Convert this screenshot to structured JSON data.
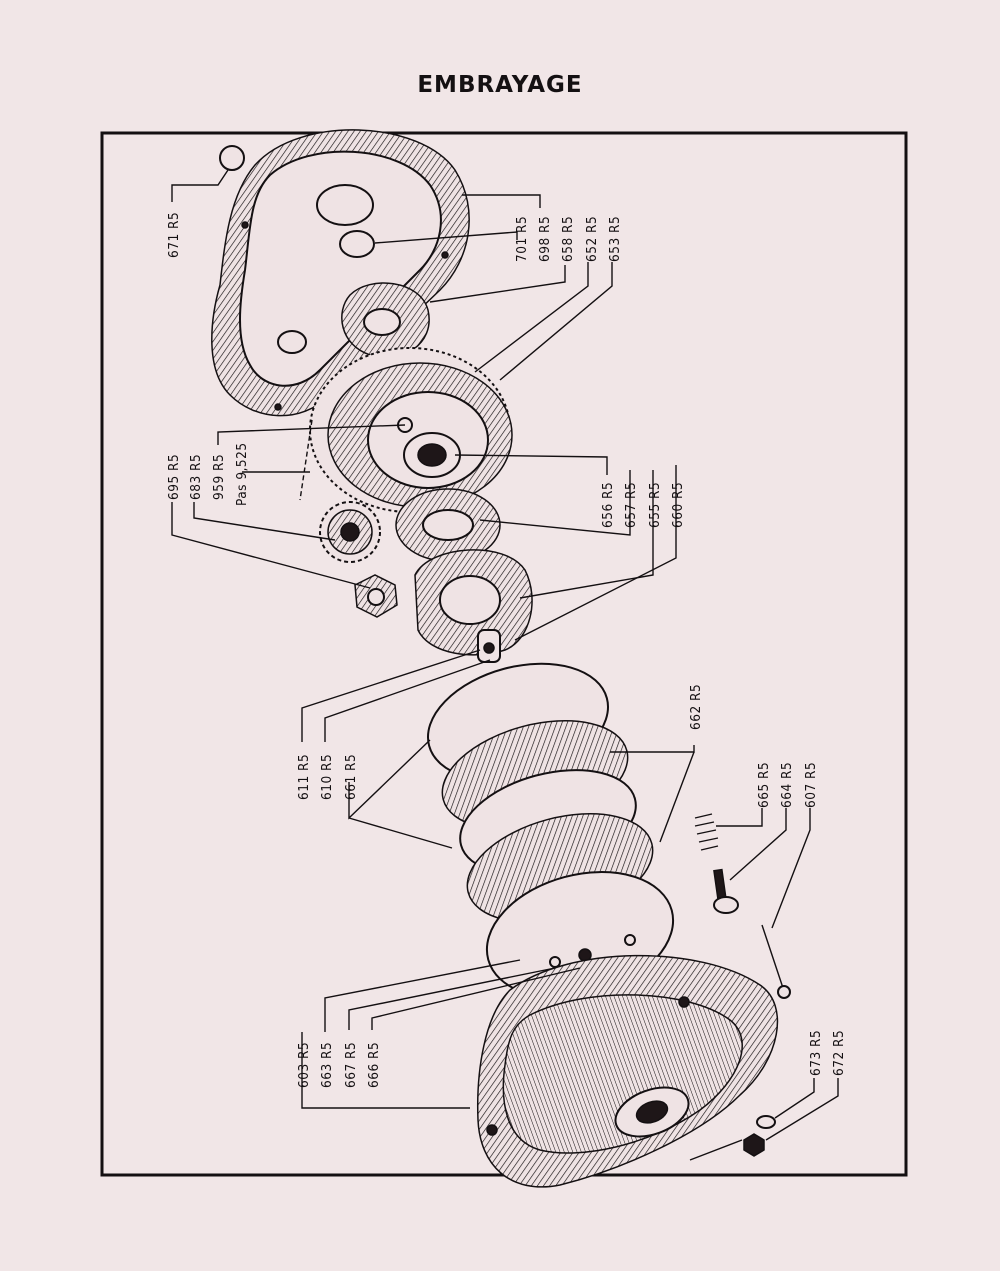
{
  "title": "EMBRAYAGE",
  "callouts": {
    "c671": "671 R5",
    "c701": "701 R5",
    "c698": "698 R5",
    "c658": "658 R5",
    "c652": "652 R5",
    "c653": "653 R5",
    "c695": "695 R5",
    "c683": "683 R5",
    "c959": "959 R5",
    "cpas": "Pas 9,525",
    "c656": "656 R5",
    "c657": "657 R5",
    "c655": "655 R5",
    "c660": "660 R5",
    "c662": "662 R5",
    "c611": "611 R5",
    "c610": "610 R5",
    "c661": "661 R5",
    "c665": "665 R5",
    "c664": "664 R5",
    "c607": "607 R5",
    "c603": "603 R5",
    "c663": "663 R5",
    "c667": "667 R5",
    "c666": "666 R5",
    "c673": "673 R5",
    "c672": "672 R5"
  }
}
